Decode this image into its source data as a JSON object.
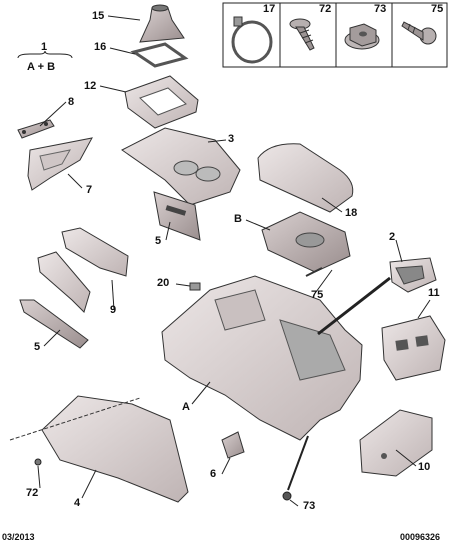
{
  "diagram": {
    "labels": {
      "l15": "15",
      "l16": "16",
      "l12": "12",
      "l8": "8",
      "l7": "7",
      "l3": "3",
      "l18": "18",
      "lB": "B",
      "l5a": "5",
      "l2": "2",
      "l20": "20",
      "l75b": "75",
      "l9": "9",
      "l5b": "5",
      "l11": "11",
      "lA": "A",
      "l72b": "72",
      "l4": "4",
      "l6": "6",
      "l10": "10",
      "l73b": "73"
    },
    "kit_legend": {
      "number": "1",
      "parts": "A + B"
    },
    "inset_box": {
      "items": [
        {
          "ref": "17",
          "icon": "cable-tie-ring-icon"
        },
        {
          "ref": "72",
          "icon": "screw-with-washer-icon"
        },
        {
          "ref": "73",
          "icon": "nut-icon"
        },
        {
          "ref": "75",
          "icon": "tapping-screw-icon"
        }
      ]
    },
    "footer": {
      "date": "03/2013",
      "reference": "00096326"
    }
  }
}
